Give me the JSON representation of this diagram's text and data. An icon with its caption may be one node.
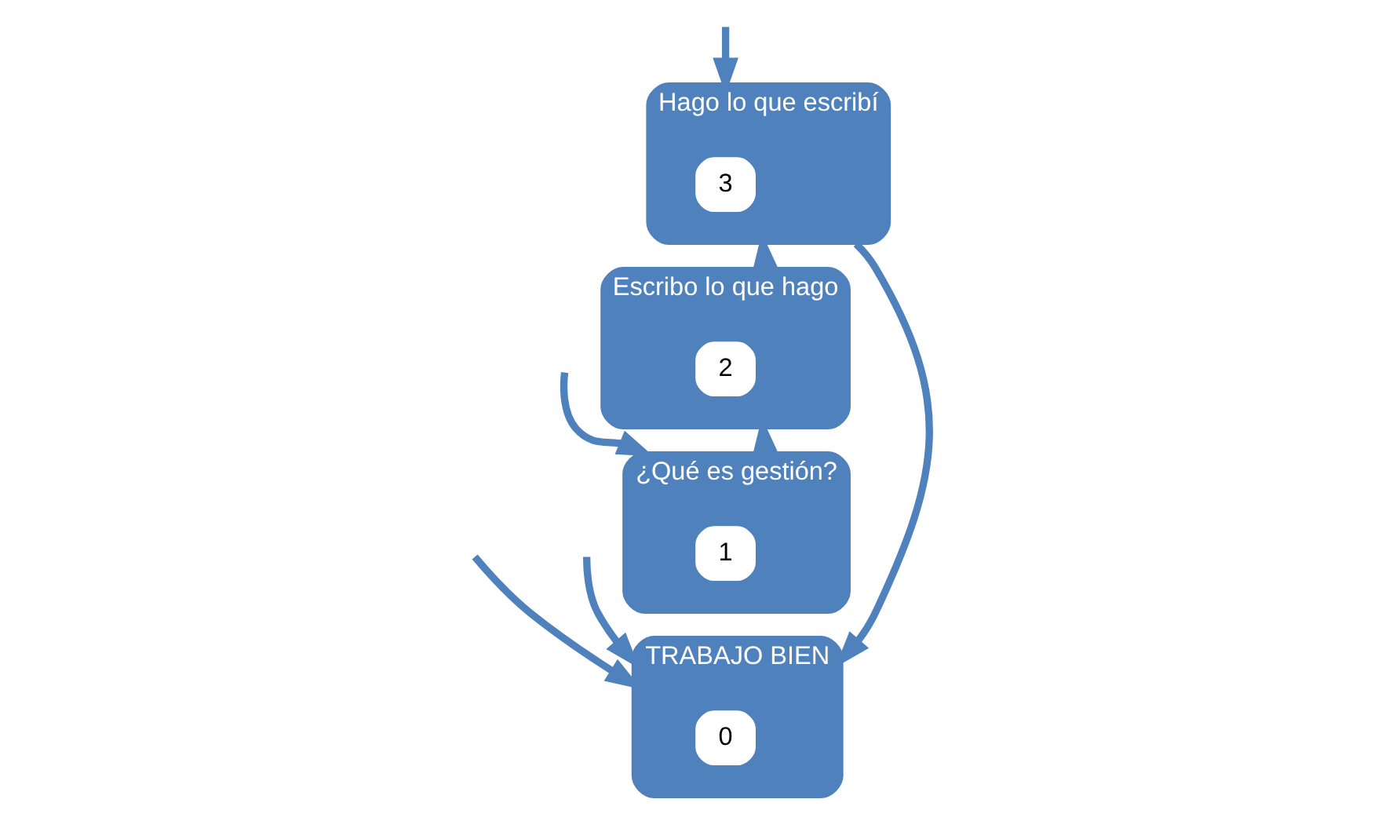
{
  "diagram": {
    "nodes": [
      {
        "text": [
          "Hago lo que escribí"
        ]
      },
      {
        "text": [
          "3"
        ],
        "in": 0
      },
      {
        "text": [
          "Escribo lo que hago"
        ]
      },
      {
        "text": [
          "2"
        ],
        "in": 2
      },
      {
        "text": [
          "¿Qué es gestión?"
        ]
      },
      {
        "text": [
          "1"
        ],
        "in": 4
      },
      {
        "text": [
          "TRABAJO BIEN"
        ]
      },
      {
        "text": [
          "0"
        ],
        "in": 6
      }
    ],
    "edges": [
      {
        "from": 2,
        "to": 0,
        "arrow": "to"
      },
      {
        "from": 4,
        "to": 2,
        "arrow": "to"
      },
      {
        "from": 0,
        "to": 6,
        "arrow": "to"
      },
      {
        "from": null,
        "to": 0,
        "arrow": "to"
      },
      {
        "from": null,
        "to": 4,
        "arrow": "to"
      },
      {
        "from": null,
        "to": 6,
        "arrow": "to"
      },
      {
        "from": null,
        "to": 6,
        "arrow": "to"
      }
    ]
  }
}
